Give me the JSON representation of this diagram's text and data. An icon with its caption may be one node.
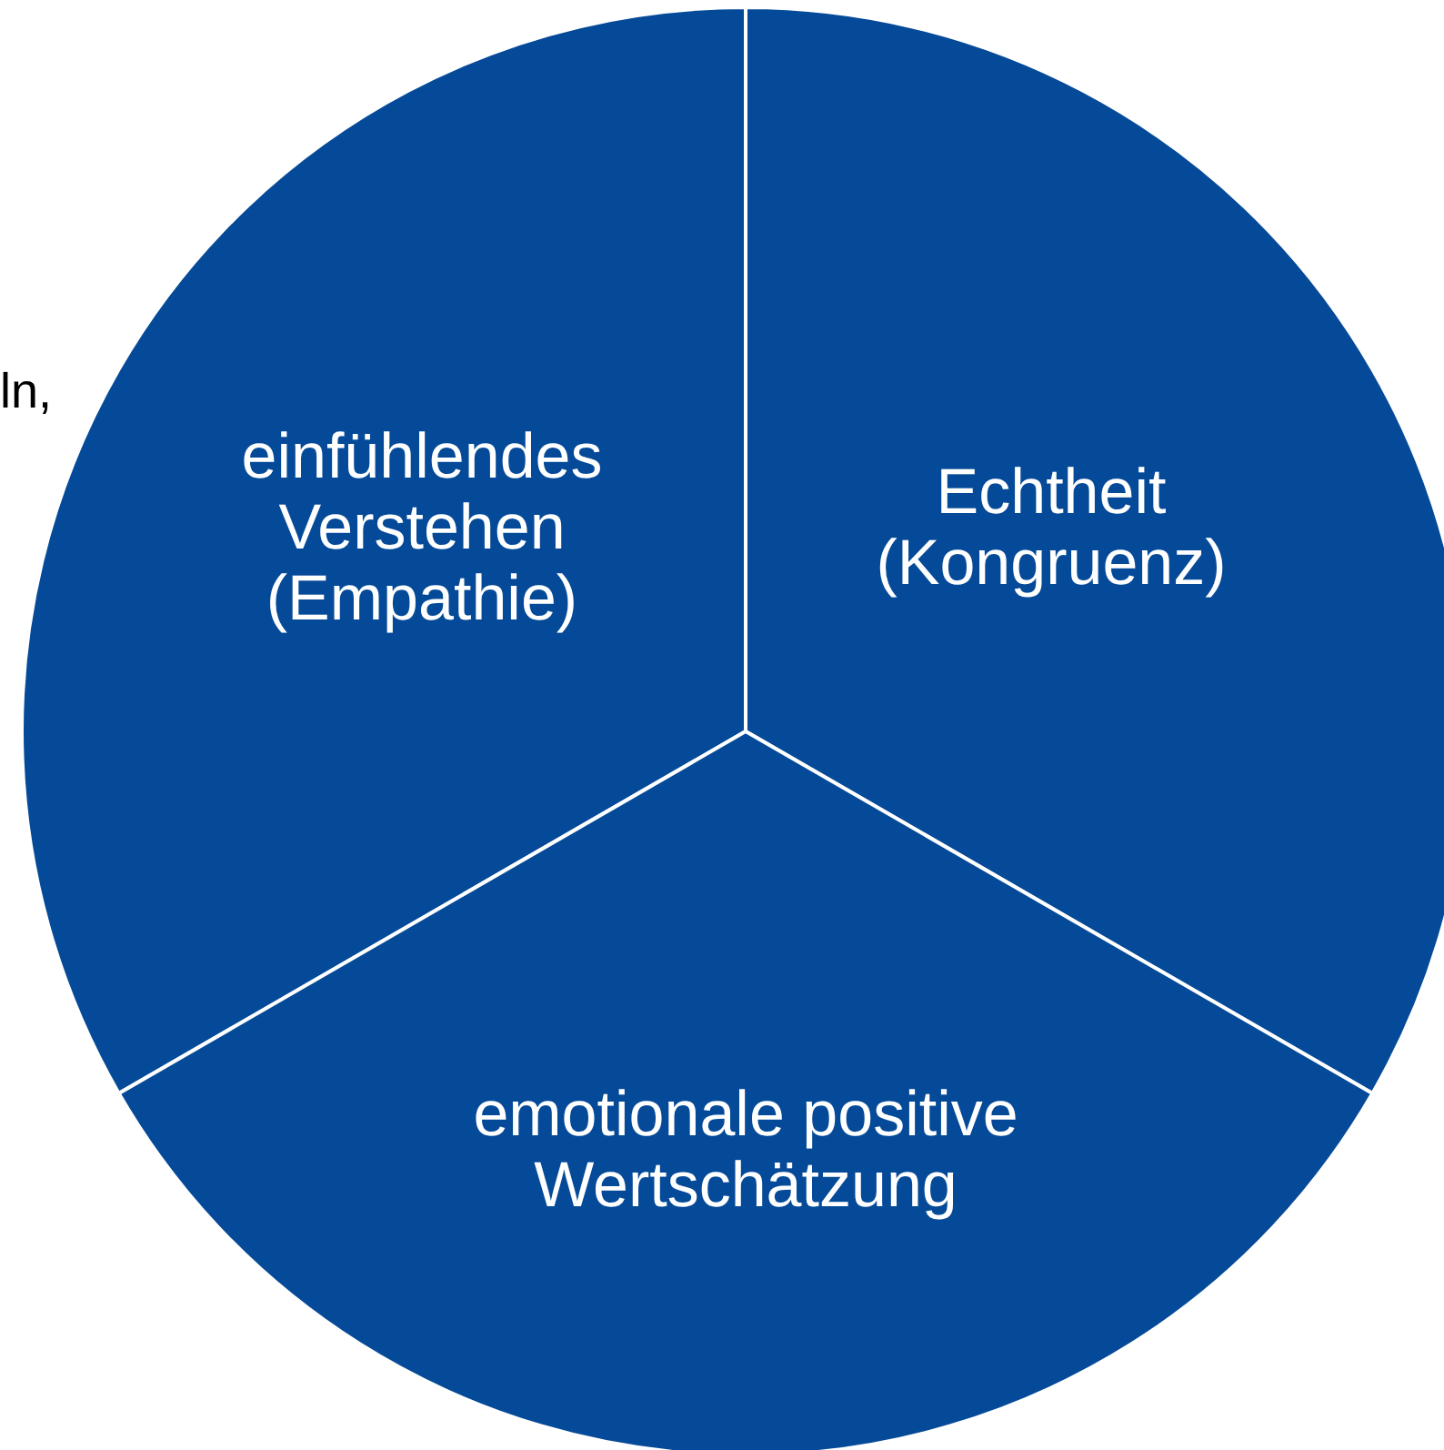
{
  "diagram": {
    "nodes": [
      {
        "text": [
          "einfühlendes Verstehen (Empathie)"
        ]
      },
      {
        "text": [
          "Echtheit (Kongruenz)"
        ]
      },
      {
        "text": [
          "emotionale positive Wertschätzung"
        ]
      }
    ],
    "labels": [
      "ln,"
    ]
  }
}
